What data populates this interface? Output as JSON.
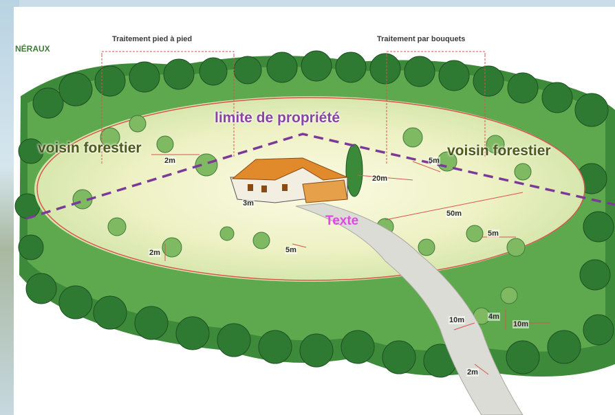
{
  "labels": {
    "corner_text": "NÉRAUX",
    "treatment_left": "Traitement pied à pied",
    "treatment_right": "Traitement par bouquets",
    "property_limit": "limite de propriété",
    "neighbor_left": "voisin forestier",
    "neighbor_right": "voisin forestier",
    "center_text": "Texte"
  },
  "distances": {
    "d_2m_top": "2m",
    "d_5m_right_top": "5m",
    "d_20m": "20m",
    "d_3m": "3m",
    "d_50m": "50m",
    "d_5m_right": "5m",
    "d_2m_left": "2m",
    "d_5m_center": "5m",
    "d_10m_left": "10m",
    "d_4m": "4m",
    "d_10m_right": "10m",
    "d_2m_bottom": "2m"
  },
  "colors": {
    "forest_dark": "#2f7a32",
    "forest_light": "#9cc97a",
    "clearing": "#f2f3c8",
    "boundary_line": "#7b3a98",
    "red_lines": "#d9534f",
    "roof": "#e08a2c",
    "road": "#dcdcd6"
  }
}
